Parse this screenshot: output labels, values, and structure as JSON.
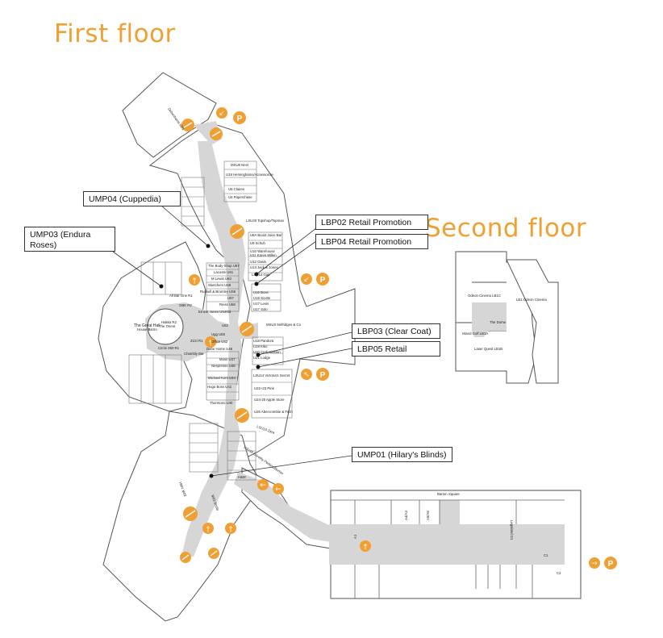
{
  "titles": {
    "first_floor": "First floor",
    "second_floor": "Second floor"
  },
  "callouts": {
    "ump04": "UMP04 (Cuppedia)",
    "ump03": "UMP03 (Endura Roses)",
    "lbp02": "LBP02 Retail Promotion",
    "lbp04": "LBP04 Retail Promotion",
    "lbp03": "LBP03 (Clear Coat)",
    "lbp05": "LBP05 Retail",
    "ump01": "UMP01 (Hilary's Blinds)"
  },
  "colors": {
    "accent": "#f0a033",
    "corridor": "#d6d6d6",
    "walls": "#555555"
  },
  "icons": [
    "parking-icon",
    "escalator-icon",
    "toilets-icon",
    "lift-icon"
  ],
  "store_labels": {
    "debenhams": "Debenhams M01",
    "msu8": "MSU8 Next",
    "u19": "U19 Heminghams/Accessorize",
    "u5": "U5 Claires",
    "u4": "U4 Paperchase",
    "u20": "LSU20 Topshop/Topman",
    "booster": "U8A Boost Juice Bar",
    "u9": "U9 Schuh",
    "u10": "U10 Warehouse",
    "u11": "U11 Karen Millen",
    "u12": "U12 Oasis",
    "u13": "U13 Jack & Jones",
    "u14": "LSU14 Gap",
    "u16": "U16 Boss",
    "u15": "U15 Scotts",
    "u17": "U17 Levis",
    "u17b": "U17 Solo",
    "msu3": "MSU3 Selfridges & Co",
    "u18": "U18 Pandora",
    "u19b": "U19 Kiko",
    "u20b": "U20 Cath Kidston",
    "u21": "U21 Lodge",
    "lsu14": "LSU14 Victoria's Secret",
    "u22": "U22+23 Pink",
    "u24": "U24-25 Apple Store",
    "u26": "U26 Abercrombie & Fitch",
    "lsu15": "LSU15 Zara",
    "lsu16": "LSU16 Dorothy Perkins/Burton",
    "hm": "H&M",
    "hmv": "HMV M02",
    "boots": "M03 Boots",
    "bodyshop": "The Body Shop U67",
    "lacoste": "Lacoste U61",
    "mlewis": "M Lewis U60",
    "sketchers": "Sketchers U58",
    "russell": "Russell & Bromley U56",
    "u57": "U57",
    "reiss": "Reiss U58",
    "ernest": "Ernest Jones U54/53",
    "u62": "U62",
    "ugg": "Ugg U55",
    "office": "Office U52",
    "zizzi": "Zizzi R1",
    "allbarone": "All Bar One R1",
    "gbk": "GBK R2",
    "chambly": "Chambly Bar",
    "greathall": "The Great Hall",
    "orient": "The Orient",
    "circle": "Circle 360 R1",
    "hakka": "Hakka R2",
    "house": "House Bistro",
    "moss": "Moss U47",
    "nespresso": "Nespresso U46",
    "michael": "Michael Kors U44",
    "hugo": "Hugo Boss U41",
    "thornton": "Thorntons U40",
    "dune": "Dune Home U48",
    "odeon": "Odeon Cinema LB1C",
    "lb1": "LB1 Odeon Cinema",
    "thedome": "The Dome",
    "island": "Island Golf LB1A",
    "laser": "Laser Quest LB1B",
    "barton": "Barton Square",
    "a1": "A1",
    "a4": "A4/A3",
    "a5": "A5/A6",
    "legoland": "Legoland D1",
    "c1": "C1",
    "c2": "C2"
  }
}
